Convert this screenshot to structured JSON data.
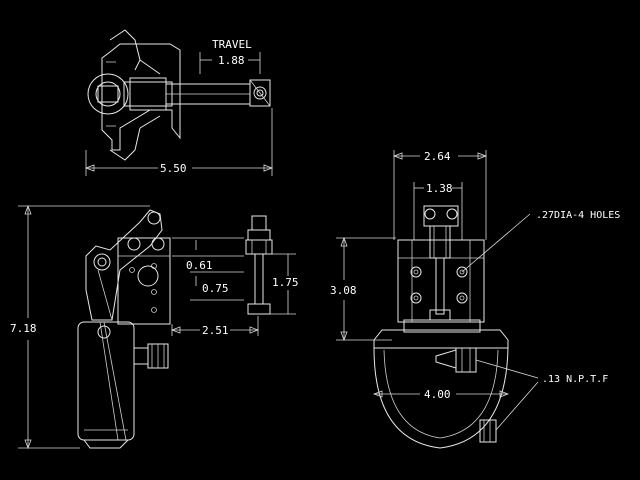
{
  "drawing": {
    "background": "#000000",
    "line_color": "#e8e8e8"
  },
  "top_view": {
    "travel_label": "TRAVEL",
    "travel_value": "1.88",
    "width_value": "5.50"
  },
  "side_view": {
    "height_value": "7.18",
    "dim_a": "0.61",
    "dim_b": "0.75",
    "dim_c": "1.75",
    "dim_d": "2.51"
  },
  "front_view": {
    "width_value": "2.64",
    "spacing_value": "1.38",
    "holes_note": ".27DIA-4 HOLES",
    "height_value": "3.08",
    "base_width": "4.00",
    "port_note": ".13 N.P.T.F"
  }
}
